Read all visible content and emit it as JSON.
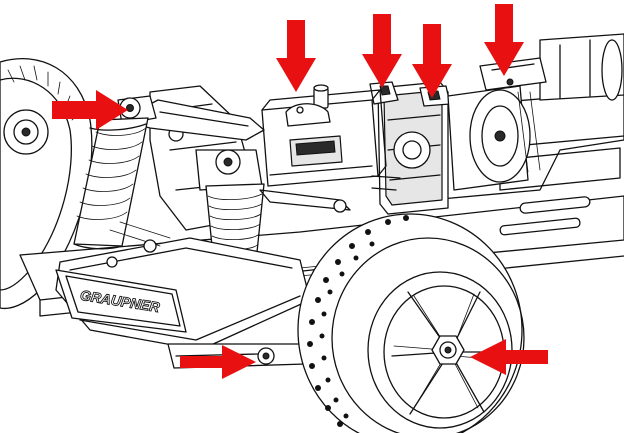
{
  "figure": {
    "subject": "rc-buggy-chassis-line-drawing",
    "accent_color": "#e81010",
    "line_color": "#111111",
    "background": "#ffffff"
  },
  "branding": {
    "side_guard_text": "GRAUPNER"
  },
  "callout_arrows": [
    {
      "id": "front-shock-top-mount",
      "direction": "right"
    },
    {
      "id": "servo-saver-post",
      "direction": "down"
    },
    {
      "id": "center-diff-mount-left",
      "direction": "down"
    },
    {
      "id": "center-diff-mount-right",
      "direction": "down"
    },
    {
      "id": "motor-mount-top",
      "direction": "down"
    },
    {
      "id": "front-lower-arm-pin",
      "direction": "right"
    },
    {
      "id": "front-wheel-hub-nut",
      "direction": "left"
    }
  ]
}
